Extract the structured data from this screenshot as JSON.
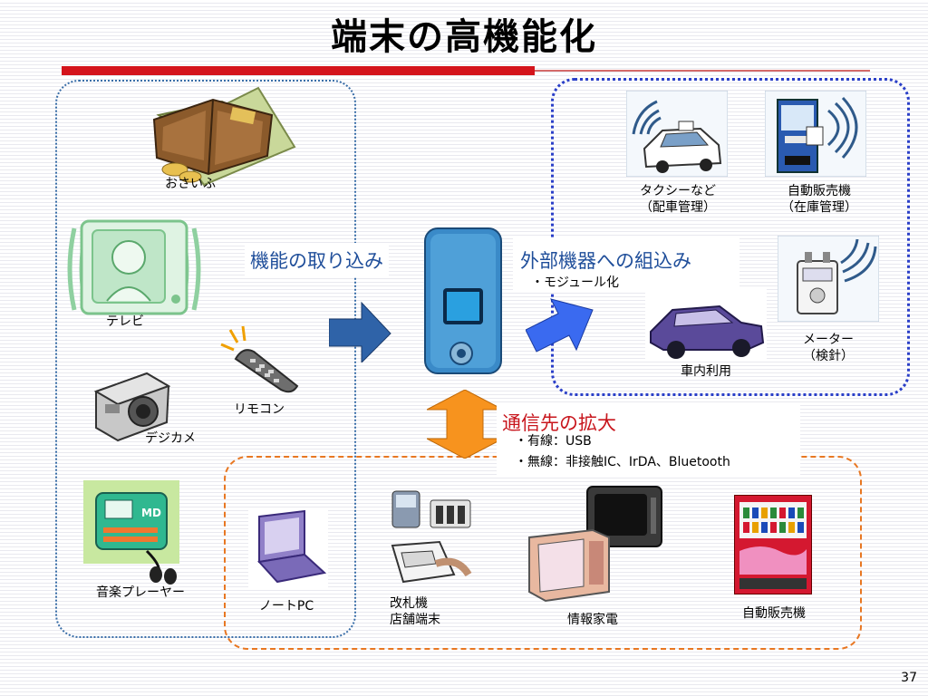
{
  "title": "端末の高機能化",
  "labels": {
    "wallet": "おさいふ",
    "tv": "テレビ",
    "remote": "リモコン",
    "camera": "デジカメ",
    "music": "音楽プレーヤー",
    "notepc": "ノートPC",
    "ticket_1": "改札機",
    "ticket_2": "店舗端末",
    "appliance": "情報家電",
    "vending_bottom": "自動販売機",
    "taxi_1": "タクシーなど",
    "taxi_2": "（配車管理）",
    "vending_top_1": "自動販売機",
    "vending_top_2": "（在庫管理）",
    "meter_1": "メーター",
    "meter_2": "（検針）",
    "car": "車内利用"
  },
  "headings": {
    "intake": "機能の取り込み",
    "embed": "外部機器への組込み",
    "embed_sub": "・モジュール化",
    "comm": "通信先の拡大",
    "comm_wired": "・有線：USB",
    "comm_wireless": "・無線：非接触IC、IrDA、Bluetooth"
  },
  "page_number": "37",
  "colors": {
    "accent_red": "#d4141c",
    "blue_border": "#2a3fc8",
    "orange_border": "#e87722",
    "heading_blue": "#1f4e9a",
    "heading_red": "#c8161d"
  }
}
